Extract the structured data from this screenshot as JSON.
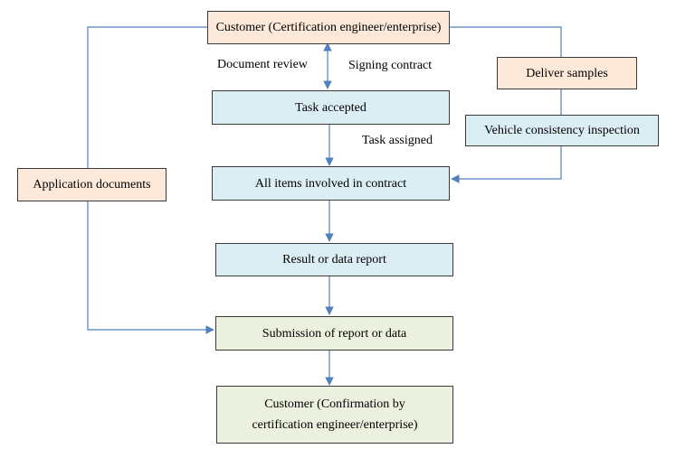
{
  "boxes": {
    "customer_top": "Customer (Certification engineer/enterprise)",
    "task_accepted": "Task accepted",
    "all_items": "All items involved in contract",
    "result_report": "Result or data report",
    "submission": "Submission of report or data",
    "customer_bottom": "Customer (Confirmation by certification engineer/enterprise)",
    "application_documents": "Application documents",
    "deliver_samples": "Deliver samples",
    "vehicle_inspection": "Vehicle consistency inspection"
  },
  "labels": {
    "document_review": "Document review",
    "signing_contract": "Signing contract",
    "task_assigned": "Task assigned"
  },
  "colors": {
    "customer_fill": "#fde9d9",
    "process_fill": "#dbeef3",
    "output_fill": "#ebf1de",
    "connector": "#4f81bd"
  }
}
